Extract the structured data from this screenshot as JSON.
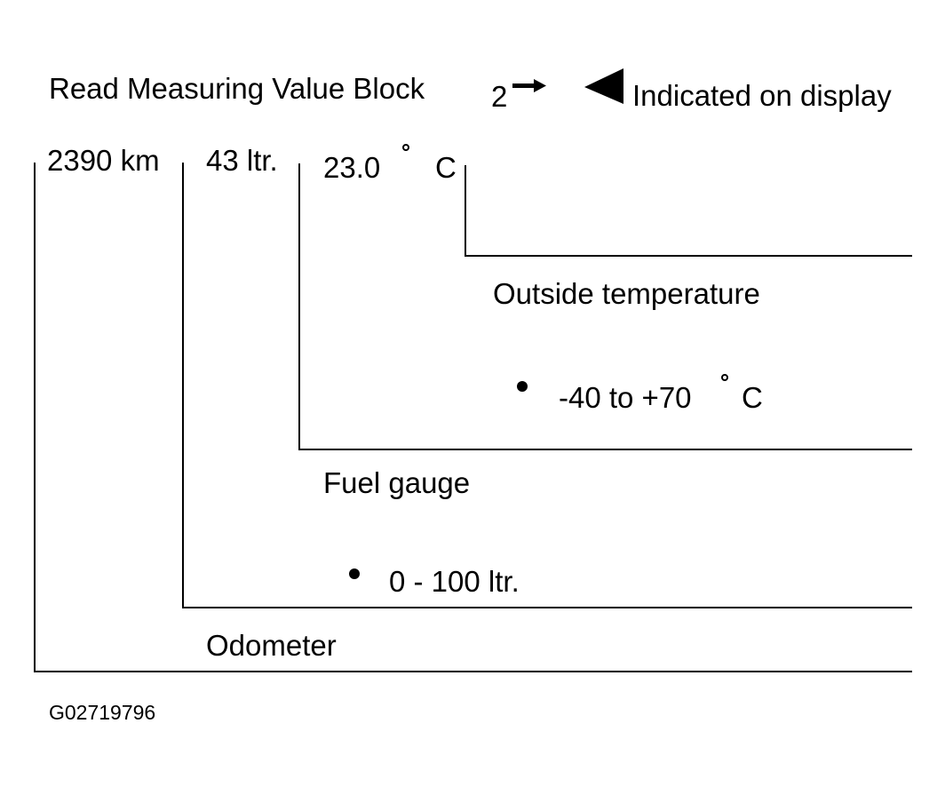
{
  "header": {
    "title": "Read Measuring Value Block",
    "group_number": "2",
    "indicator_label": "Indicated on display"
  },
  "display_values": {
    "odometer": "2390 km",
    "fuel": "43 ltr.",
    "temperature_value": "23.0",
    "temperature_unit": "C"
  },
  "fields": {
    "outside_temperature": {
      "label": "Outside temperature",
      "range_value": "-40 to +70",
      "range_unit": "C"
    },
    "fuel_gauge": {
      "label": "Fuel gauge",
      "range": "0 - 100 ltr."
    },
    "odometer": {
      "label": "Odometer"
    }
  },
  "figure_id": "G02719796",
  "icons": {
    "group_arrow": "right-arrow-icon",
    "display_marker": "left-triangle-icon",
    "bullet": "bullet-icon",
    "degree": "degree-icon"
  }
}
